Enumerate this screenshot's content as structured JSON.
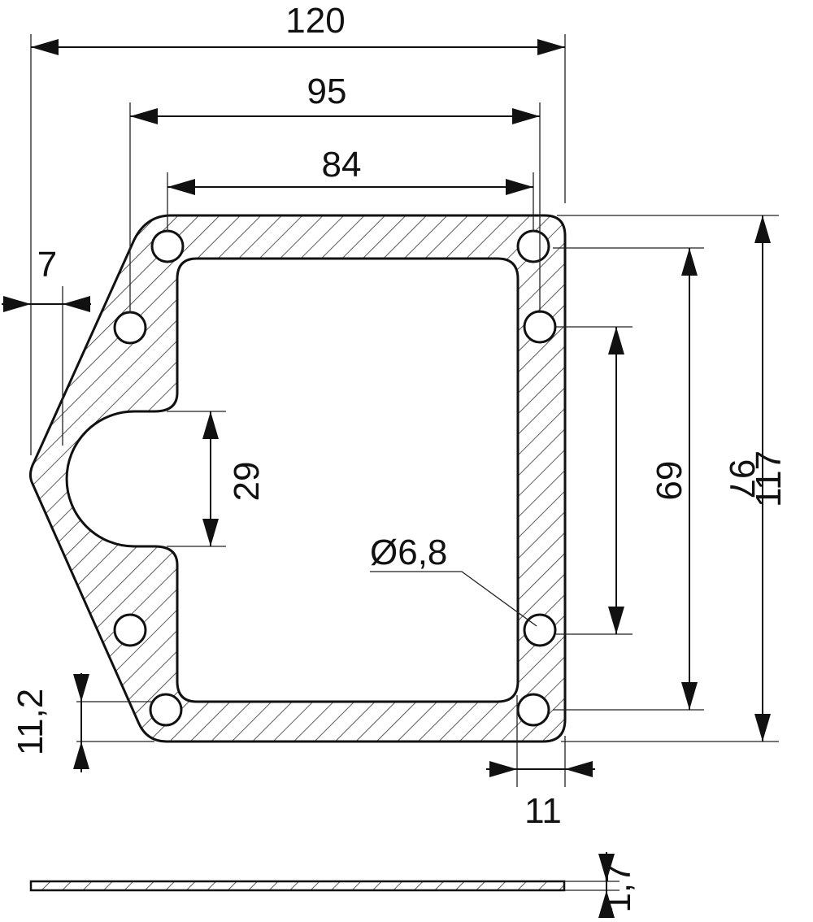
{
  "dimensions": {
    "overall_width": "120",
    "hole_span_outer": "95",
    "hole_span_top": "84",
    "notch_offset": "7",
    "notch_width": "29",
    "hole_span_right_inner": "69",
    "hole_span_right": "97",
    "overall_height": "117",
    "hole_diameter": "Ø6,8",
    "bottom_hole_offset": "11,2",
    "right_hole_offset": "11",
    "thickness": "1,7"
  }
}
